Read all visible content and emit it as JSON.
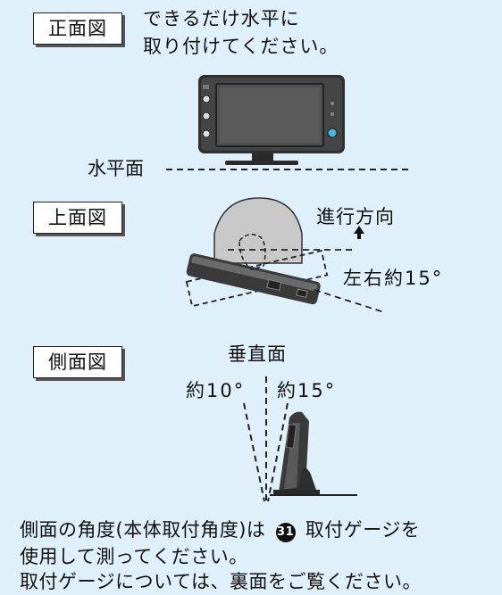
{
  "sections": {
    "front": {
      "label": "正面図",
      "instruction_line1": "できるだけ水平に",
      "instruction_line2": "取り付けてください。",
      "horizontal_label": "水平面"
    },
    "top": {
      "label": "上面図",
      "direction_label": "進行方向",
      "angle_label": "左右約15°"
    },
    "side": {
      "label": "側面図",
      "vertical_label": "垂直面",
      "left_angle": "約10°",
      "right_angle": "約15°"
    }
  },
  "footer": {
    "line1_a": "側面の角度(本体取付角度)は",
    "line1_badge": "31",
    "line1_b": "取付ゲージを",
    "line2": "使用して測ってください。",
    "line3": "取付ゲージについては、裏面をご覧ください。"
  },
  "colors": {
    "background": "#dff0fb",
    "device_body": "#3a3a3a",
    "screen": "#4a4a4a"
  }
}
